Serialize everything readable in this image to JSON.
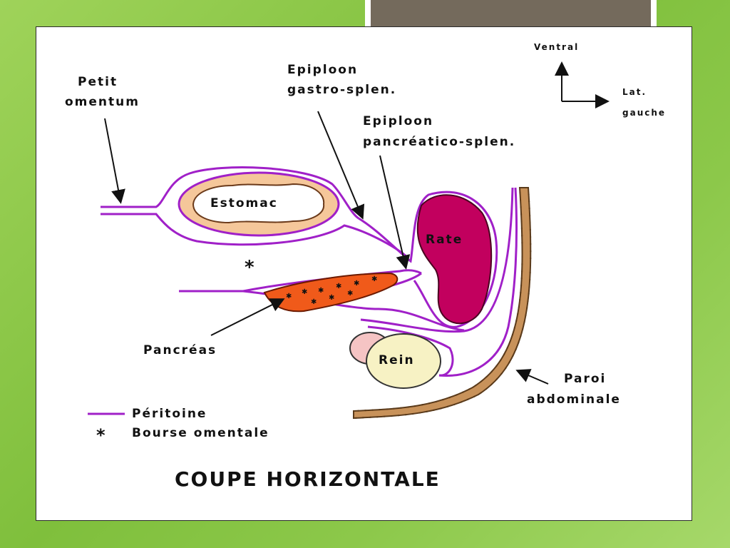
{
  "labels": {
    "petit_1": "Petit",
    "petit_2": "omentum",
    "gastro_1": "Epiploon",
    "gastro_2": "gastro-splen.",
    "pancreatico_1": "Epiploon",
    "pancreatico_2": "pancréatico-splen.",
    "ventral": "Ventral",
    "lat": "Lat.",
    "gauche": "gauche",
    "estomac": "Estomac",
    "rate": "Rate",
    "asterisk": "*",
    "pancreas": "Pancréas",
    "rein": "Rein",
    "paroi_1": "Paroi",
    "paroi_2": "abdominale"
  },
  "legend": {
    "peritoine": "Péritoine",
    "bourse_symbol": "*",
    "bourse": "Bourse omentale"
  },
  "title": "COUPE HORIZONTALE",
  "colors": {
    "peritoneum": "#a020c8",
    "stomach_wall": "#f5c79a",
    "spleen": "#c2005e",
    "pancreas": "#f05a1a",
    "kidney": "#f7f2c4",
    "abdominal_wall": "#c8925a",
    "top_bar": "#746a5c"
  }
}
